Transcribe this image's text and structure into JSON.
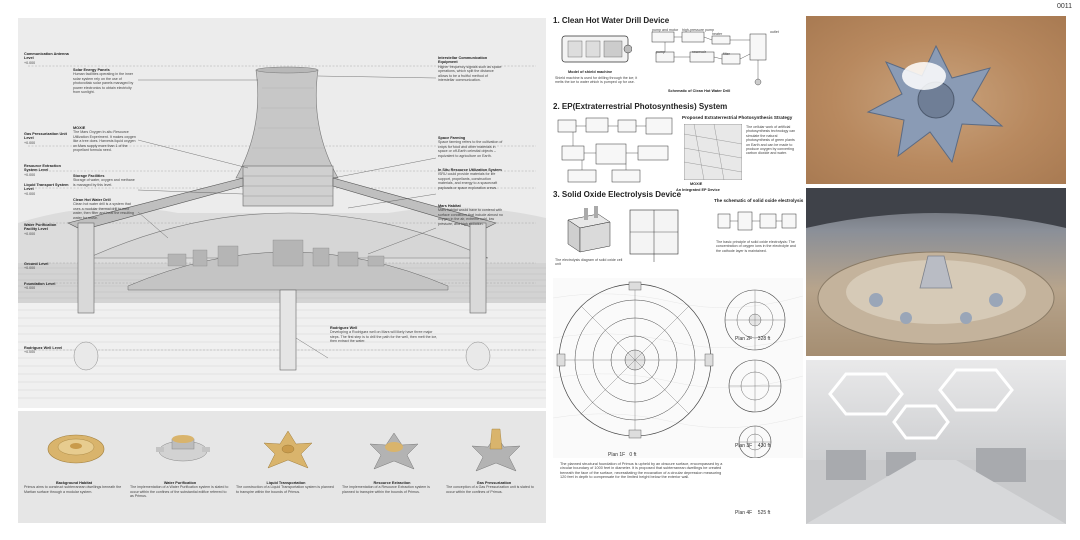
{
  "sheet": {
    "page_number": "0011"
  },
  "section": {
    "left_labels": [
      {
        "title": "Communication Antenna Level",
        "sub": "+0.000"
      },
      {
        "title": "Gas Pressurization Unit Level",
        "sub": "+0.000"
      },
      {
        "title": "Resource Extraction System Level",
        "sub": "+0.000"
      },
      {
        "title": "Liquid Transport System Level",
        "sub": "+0.000"
      },
      {
        "title": "Water Purification Facility Level",
        "sub": "+0.000"
      },
      {
        "title": "Ground Level",
        "sub": "+0.000"
      },
      {
        "title": "Foundation Level",
        "sub": "+0.000"
      },
      {
        "title": "Rodriguez Well Level",
        "sub": "+0.000"
      }
    ],
    "annotations_left": [
      {
        "title": "Solar Energy Panels",
        "text": "Human facilities operating in the inner solar system rely on the use of photovoltaic solar panels managed by power electronics to obtain electricity from sunlight."
      },
      {
        "title": "MOXIE",
        "text": "The Mars Oxygen In-situ Resource Utilization Experiment. It makes oxygen like a tree does. Harvests liquid oxygen on Mars supply more than 1 of the propellant formula need."
      },
      {
        "title": "Storage Facilities",
        "text": "Storage of water, oxygen and methane is managed by this level."
      },
      {
        "title": "Clean Hot Water Drill",
        "text": "Clean hot water drill is a system that uses a modular thermal drill to melt water, then filter and heat the resulting water for reuse."
      }
    ],
    "annotations_right": [
      {
        "title": "Interstellar Communication Equipment",
        "text": "Higher frequency signals such as space operations, which split the distance allows to be a fruitful method of interstellar communication."
      },
      {
        "title": "Space Farming",
        "text": "Space farming refers to the cultivation of crops for food and other materials in space or off-Earth celestial objects – equivalent to agriculture on Earth."
      },
      {
        "title": "In Situ Resource Utilization System",
        "text": "ISRU could provide materials for life support, propellants, construction materials, and energy to a spacecraft payloads or space exploration crews."
      },
      {
        "title": "Mars Habitat",
        "text": "Mars habitat would have to contend with surface conditions that include almost no oxygen in the air, extreme cold, low pressure, and high radiation."
      }
    ],
    "well": {
      "title": "Rodriguez Well",
      "text": "Developing a Rodriguez well on Mars will likely have three major steps. The first step is to drill the path for the well, then melt the ice, then extract the water."
    }
  },
  "bottom_strip": {
    "items": [
      {
        "name": "Background Habitat",
        "text": "Primus aims to construct subterranean dwellings beneath the Martian surface through a modular system."
      },
      {
        "name": "Water Purification",
        "text": "The implementation of a Water Purification system is slated to occur within the confines of the substantial edifice referred to as Primus."
      },
      {
        "name": "Liquid Transportation",
        "text": "The construction of a Liquid Transportation system is planned to transpire within the bounds of Primus."
      },
      {
        "name": "Resource Extraction",
        "text": "The implementation of a Resource Extraction system is planned to transpire within the bounds of Primus."
      },
      {
        "name": "Gas Pressurization",
        "text": "The conception of a Gas Pressurization unit is slated to occur within the confines of Primus."
      }
    ]
  },
  "middle": {
    "s1_title": "1. Clean Hot Water Drill Device",
    "s1_model_label": "Model of shield machine",
    "s1_model_text": "Shield machine is used for drilling through the ice; it melts the ice to water which is pumped up for use.",
    "s1_schematic_label": "Schematic of Clean Hot Water Drill",
    "s1_nodes": [
      "pump and motor",
      "high-pressure pump",
      "heater",
      "pump",
      "reservoir",
      "filter",
      "outlet"
    ],
    "s2_title": "2. EP(Extraterrestrial Photosynthesis) System",
    "s2_strategy": "Proposed Extraterrestrial Photosynthesis Strategy",
    "s2_strategy_text": "The cellular work of artificial photosynthesis technology can simulate the natural photosynthesis of green plants on Earth and can be made to produce oxygen by converting carbon dioxide and water.",
    "s2_moxie": "MOXIE",
    "s2_device": "An Integrated EP Device",
    "s3_title": "3. Solid Oxide Electrolysis Device",
    "s3_schematic": "The schematic of solid oxide electrolysis",
    "s3_text": "The basic principle of solid oxide electrolysis: The concentration of oxygen ions in the electrolyte and the cathode layer is maintained.",
    "s3_caption": "The electrolysis diagram of solid oxide cell unit",
    "plans": [
      {
        "label": "Plan 1F",
        "value": "0 ft"
      },
      {
        "label": "Plan 2F",
        "value": "328 ft"
      },
      {
        "label": "Plan 3F",
        "value": "430 ft"
      },
      {
        "label": "Plan 4F",
        "value": "525 ft"
      }
    ],
    "description": "The planned structural foundation of Primus is upheld by an obscure surface, encompassed by a circular boundary of 1000 feet in diameter. It is proposed that subterranean dwellings be created beneath the face of the surface, necessitating the excavation of a circular depression measuring 120 feet in depth to compensate for the limited height below the exterior wall."
  },
  "colors": {
    "section_bg": "#ebebeb",
    "strip_bg": "#e6e6e6",
    "accent_sand": "#d9b46c",
    "dome": "#c9c9c9"
  }
}
